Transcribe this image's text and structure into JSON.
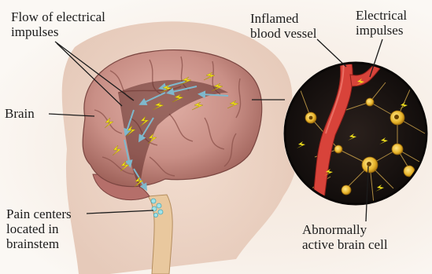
{
  "labels": {
    "flow": "Flow of electrical\nimpulses",
    "brain": "Brain",
    "pain": "Pain centers\nlocated in\nbrainstem",
    "vessel": "Inflamed\nblood vessel",
    "impulses": "Electrical\nimpulses",
    "cell": "Abnormally\nactive brain cell"
  },
  "colors": {
    "brain": "#c98f86",
    "vessel": "#d8433a",
    "impulse": "#f2e21c",
    "cell": "#e8b52c",
    "magnifier": "#1a1412"
  }
}
